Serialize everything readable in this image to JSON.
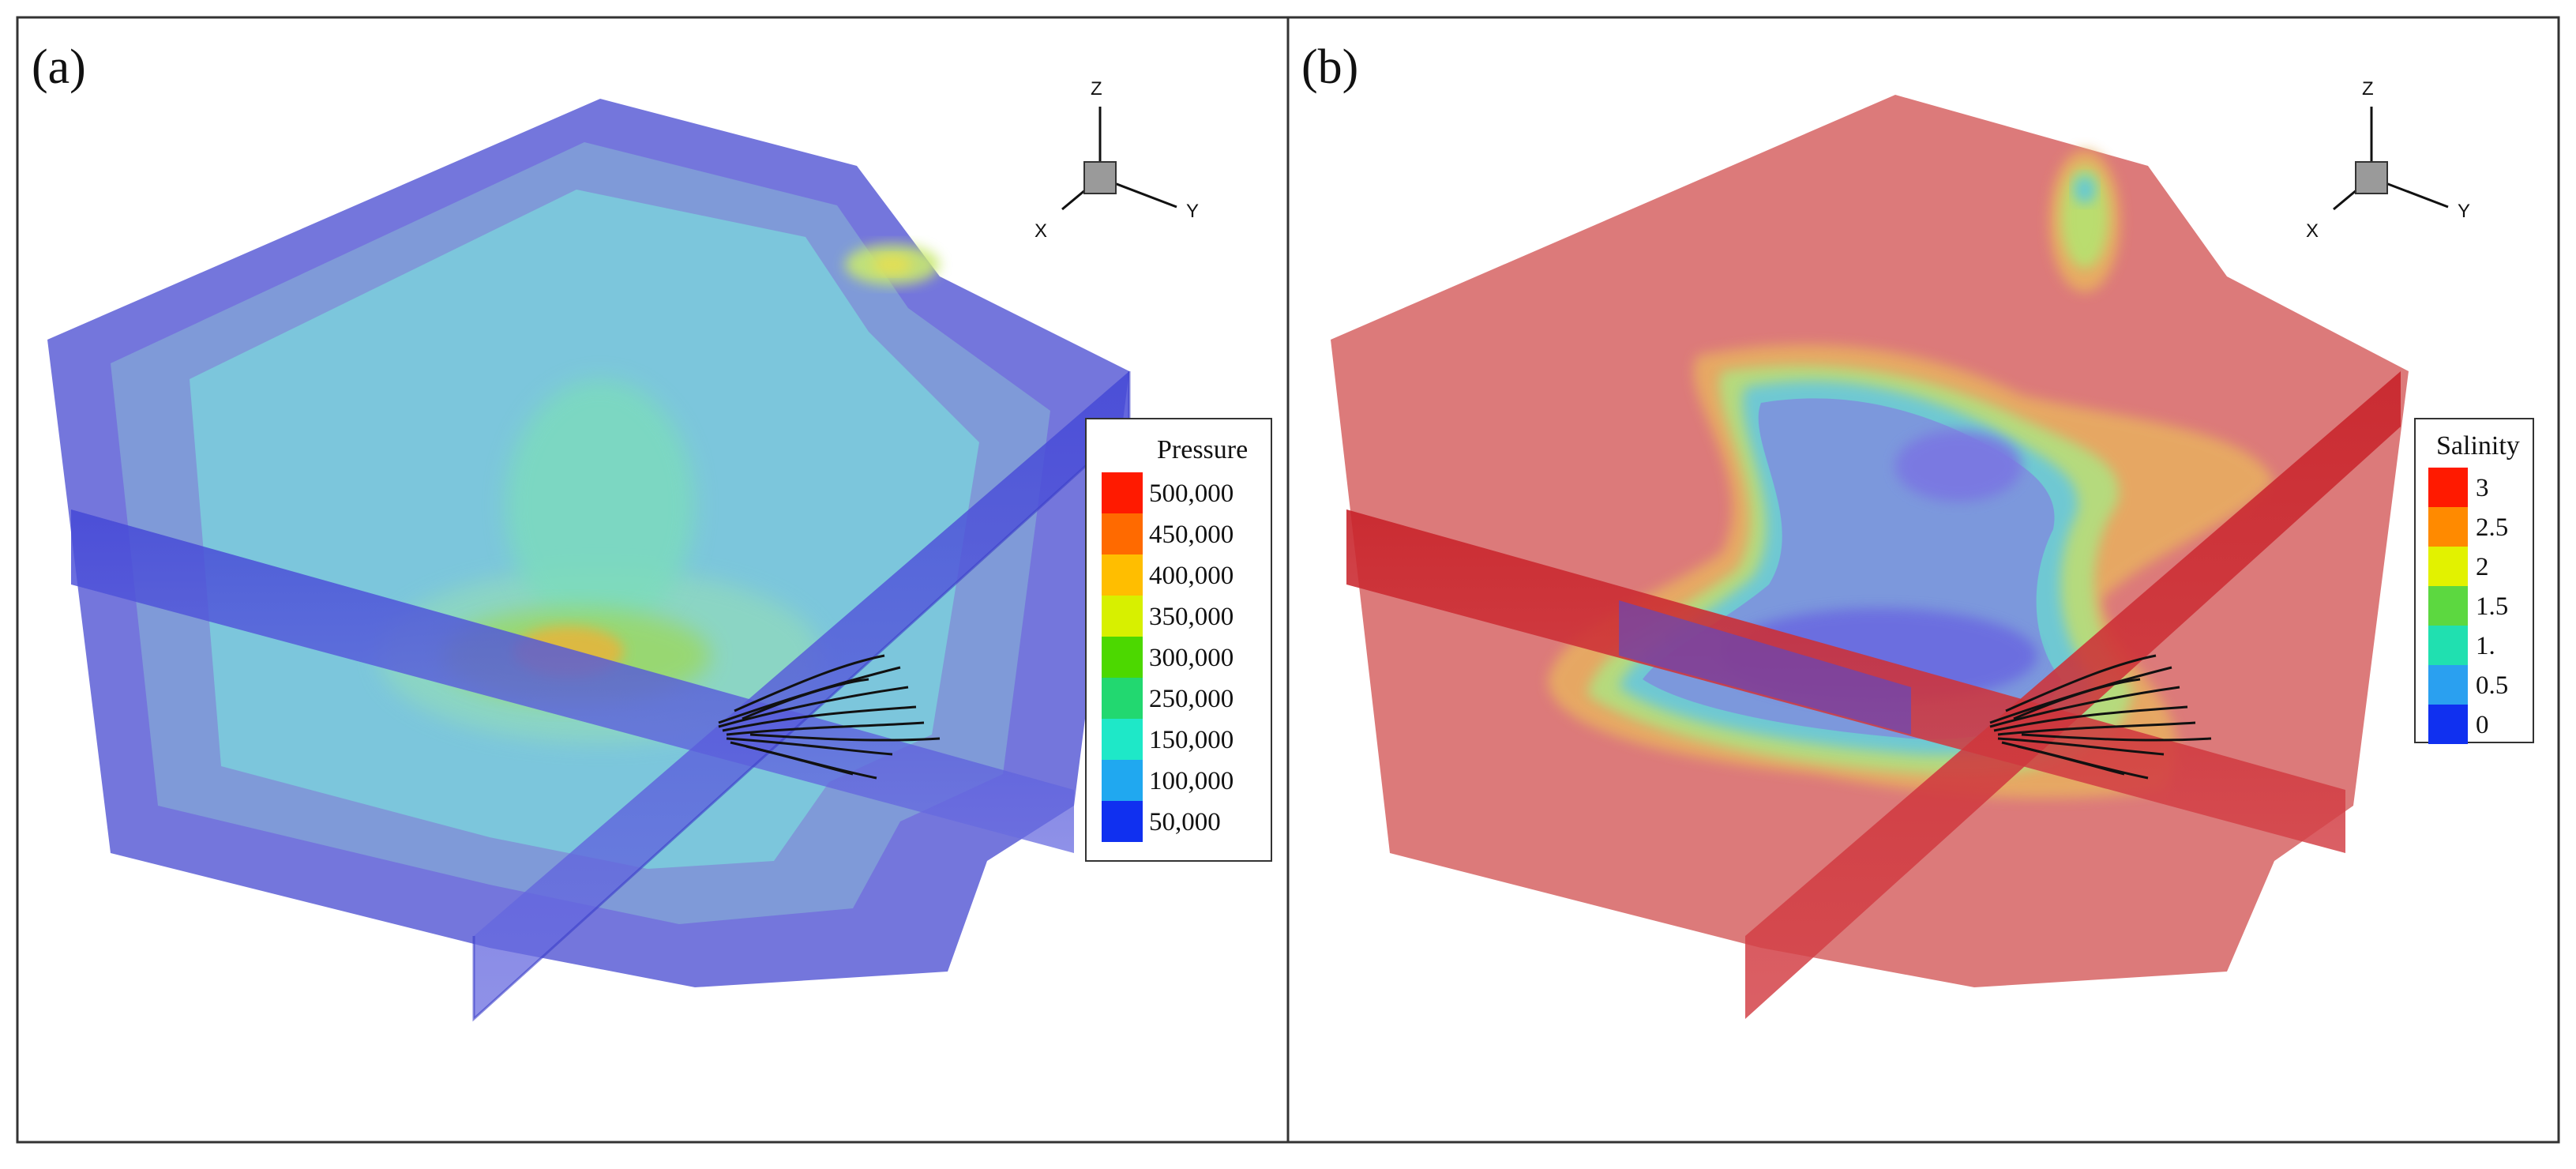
{
  "panels": [
    {
      "id": "a",
      "label": "(a)",
      "legend": {
        "title": "Pressure",
        "ticks": [
          "500,000",
          "450,000",
          "400,000",
          "350,000",
          "300,000",
          "250,000",
          "150,000",
          "100,000",
          "50,000"
        ],
        "colors": [
          "#ff1a00",
          "#ff6a00",
          "#ffbe00",
          "#d7f000",
          "#4cd800",
          "#22d870",
          "#1ee8c8",
          "#20a8f0",
          "#1030f0"
        ]
      },
      "axes": {
        "z": "Z",
        "x": "X",
        "y": "Y"
      }
    },
    {
      "id": "b",
      "label": "(b)",
      "legend": {
        "title": "Salinity",
        "ticks": [
          "3",
          "2.5",
          "2",
          "1.5",
          "1.",
          "0.5",
          "0"
        ],
        "colors": [
          "#ff1a00",
          "#ff8a00",
          "#e2f200",
          "#5cd840",
          "#20e0b0",
          "#2aa0f0",
          "#1030f0"
        ]
      },
      "axes": {
        "z": "Z",
        "x": "X",
        "y": "Y"
      }
    }
  ]
}
